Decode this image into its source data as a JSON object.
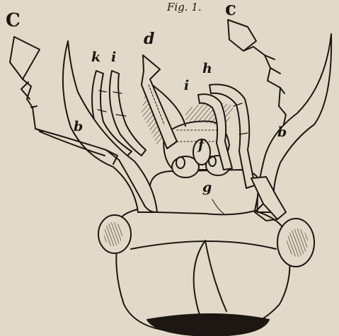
{
  "figure": {
    "caption": "Fig. 1.",
    "labels": {
      "c_left": "C",
      "c_right": "c",
      "d": "d",
      "k": "k",
      "i_left": "i",
      "i_center": "i",
      "h": "h",
      "b_left": "b",
      "b_right": "b",
      "f": "f",
      "g": "g"
    }
  },
  "colors": {
    "paper": "#e2d9c8",
    "ink": "#1c1712"
  }
}
